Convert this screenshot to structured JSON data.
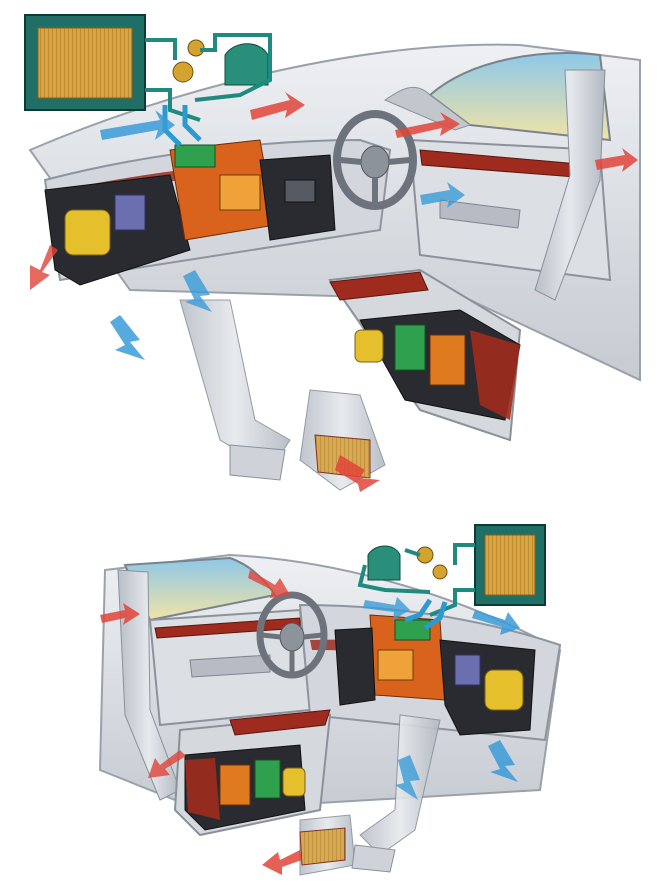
{
  "panels": [
    {
      "id": "lhd",
      "steering": "left-hand-drive"
    },
    {
      "id": "rhd",
      "steering": "right-hand-drive"
    }
  ],
  "colors": {
    "background": "#ffffff",
    "cabin_gray": "#d9dde2",
    "cabin_shadow": "#aeb4bc",
    "duct_gray": "#c9ced6",
    "dash_black": "#2a2b30",
    "wood_red": "#9e2b1e",
    "hot_air_red": "#e0443a",
    "cold_air_blue": "#3a9bd8",
    "radiator_green": "#1f6f66",
    "radiator_core": "#d9a441",
    "sky_blue": "#9fd0ea",
    "sky_yellow": "#f0e1a3",
    "heater_orange": "#e07a1f",
    "blower_yellow": "#e6c02c"
  },
  "icons": [
    "radiator-icon",
    "coolant-pump-icon",
    "expansion-tank-icon",
    "steering-wheel-icon",
    "airflow-arrow-icon"
  ]
}
